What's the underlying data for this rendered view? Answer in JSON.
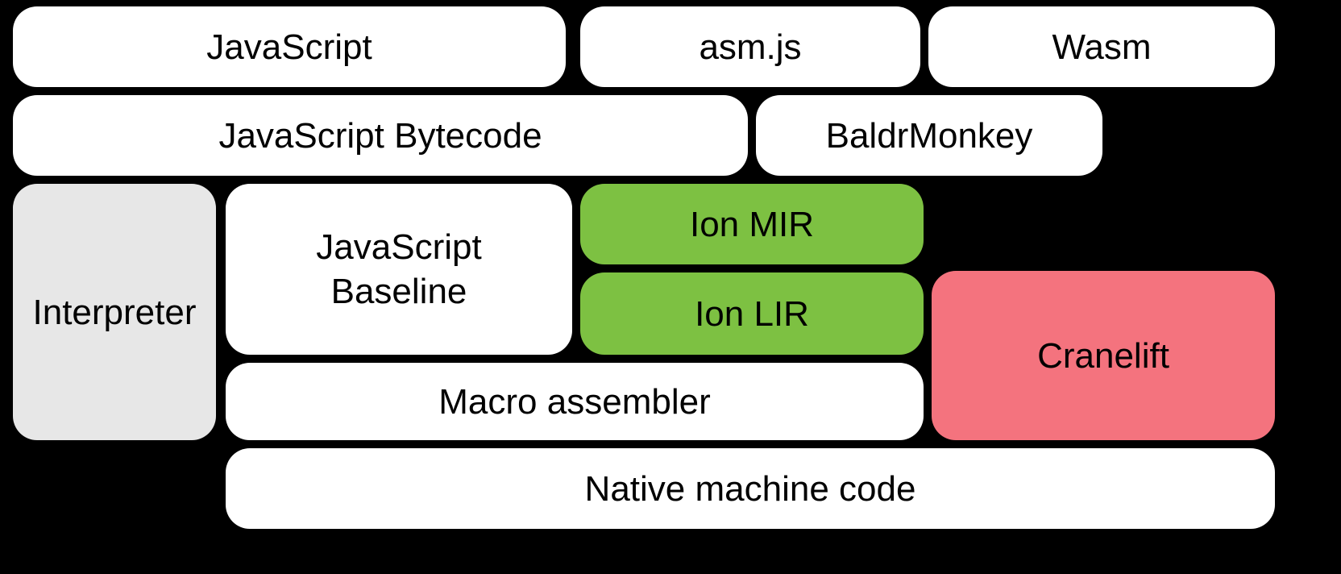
{
  "diagram": {
    "title": "SpiderMonkey compilation pipeline diagram",
    "background_color": "#000000",
    "colors": {
      "default_box": "#ffffff",
      "interpreter_box": "#e7e7e7",
      "ion_box": "#7dc142",
      "cranelift_box": "#f4737e",
      "text": "#000000"
    },
    "boxes": {
      "javascript": {
        "label": "JavaScript"
      },
      "asmjs": {
        "label": "asm.js"
      },
      "wasm": {
        "label": "Wasm"
      },
      "bytecode": {
        "label": "JavaScript Bytecode"
      },
      "baldrmonkey": {
        "label": "BaldrMonkey"
      },
      "interpreter": {
        "label": "Interpreter"
      },
      "baseline": {
        "label": "JavaScript Baseline"
      },
      "ion_mir": {
        "label": "Ion MIR"
      },
      "ion_lir": {
        "label": "Ion LIR"
      },
      "cranelift": {
        "label": "Cranelift"
      },
      "macro_assembler": {
        "label": "Macro assembler"
      },
      "native": {
        "label": "Native machine code"
      }
    }
  }
}
